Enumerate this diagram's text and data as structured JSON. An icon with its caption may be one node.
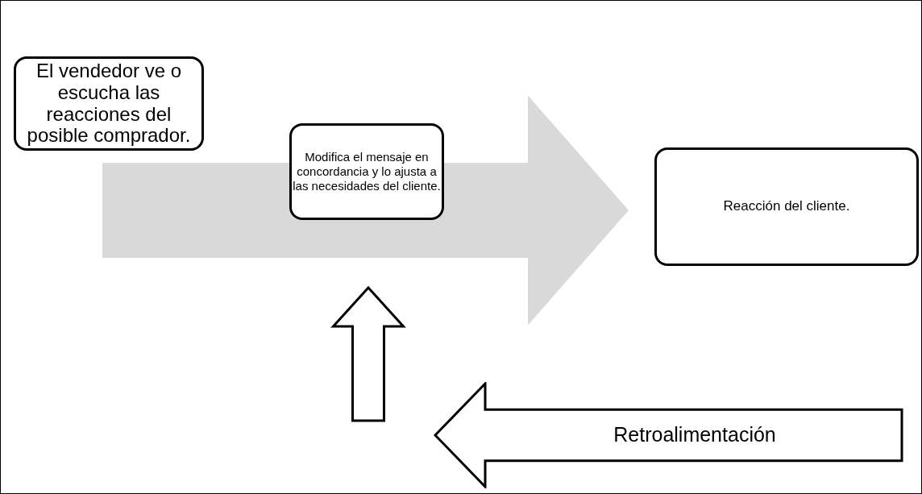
{
  "diagram": {
    "nodes": [
      {
        "text": [
          "El vendedor ve o escucha las reacciones del posible comprador."
        ]
      },
      {
        "text": [
          "Modifica el mensaje en concordancia y lo ajusta a las necesidades del cliente."
        ]
      },
      {
        "text": [
          "Reacción del cliente."
        ]
      },
      {
        "text": [
          "Retroalimentación"
        ]
      }
    ],
    "edges": [
      {
        "from": 0,
        "to": 2,
        "arrow": "to",
        "style": "thick",
        "color": "#d9d9d9"
      }
    ]
  }
}
